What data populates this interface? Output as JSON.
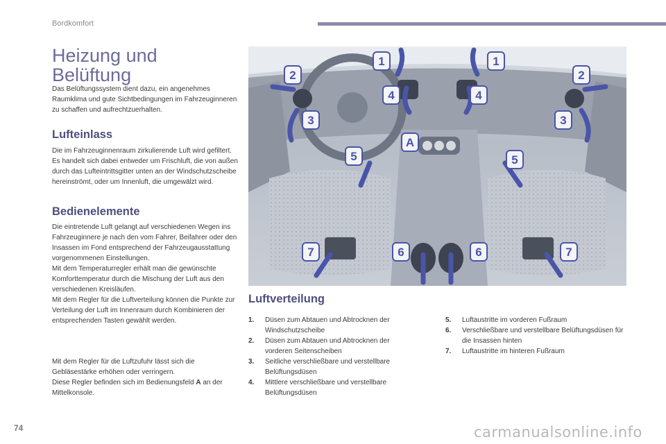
{
  "header": {
    "section": "Bordkomfort"
  },
  "page": {
    "title": "Heizung und Belüftung",
    "number": "74"
  },
  "intro": "Das Belüftungssystem dient dazu, ein angenehmes Raumklima und gute Sichtbedingungen im Fahrzeuginneren zu schaffen und aufrechtzuerhalten.",
  "lufteinlass": {
    "heading": "Lufteinlass",
    "text": "Die im Fahrzeuginnenraum zirkulierende Luft wird gefiltert. Es handelt sich dabei entweder um Frischluft, die von außen durch das Lufteintrittsgitter unten an der Windschutzscheibe hereinströmt, oder um Innenluft, die umgewälzt wird."
  },
  "bedienelemente": {
    "heading": "Bedienelemente",
    "para1": "Die eintretende Luft gelangt auf verschiedenen Wegen ins Fahrzeuginnere je nach den vom Fahrer, Beifahrer oder den Insassen im Fond entsprechend der Fahrzeugausstattung vorgenommenen Einstellungen.",
    "para2": "Mit dem Temperaturregler erhält man die gewünschte Komforttemperatur durch die Mischung der Luft aus den verschiedenen Kreisläufen.",
    "para3": "Mit dem Regler für die Luftverteilung können die Punkte zur Verteilung der Luft im Innenraum durch Kombinieren der entsprechenden Tasten gewählt werden.",
    "para4": "Mit dem Regler für die Luftzufuhr lässt sich die Gebläsestärke erhöhen oder verringern.",
    "para5_pre": "Diese Regler befinden sich im Bedienungsfeld ",
    "para5_bold": "A",
    "para5_post": " an der Mittelkonsole."
  },
  "luftverteilung": {
    "heading": "Luftverteilung",
    "items": [
      {
        "num": "1.",
        "text": "Düsen zum Abtauen und Abtrocknen der Windschutzscheibe"
      },
      {
        "num": "2.",
        "text": "Düsen zum Abtauen und Abtrocknen der vorderen Seitenscheiben"
      },
      {
        "num": "3.",
        "text": "Seitliche verschließbare und verstellbare Belüftungsdüsen"
      },
      {
        "num": "4.",
        "text": "Mittlere verschließbare und verstellbare Belüftungsdüsen"
      },
      {
        "num": "5.",
        "text": "Luftaustritte im vorderen Fußraum"
      },
      {
        "num": "6.",
        "text": "Verschließbare und verstellbare Belüftungsdüsen für die Insassen hinten"
      },
      {
        "num": "7.",
        "text": "Luftaustritte im hinteren Fußraum"
      }
    ]
  },
  "illustration": {
    "labels": {
      "l1": "1",
      "l2": "2",
      "l3": "3",
      "l4": "4",
      "l5": "5",
      "l6": "6",
      "l7": "7",
      "lA": "A"
    },
    "arrow_color": "#4a55a8",
    "badge_fill": "#f4f4f8"
  },
  "watermark": "carmanualsonline.info"
}
